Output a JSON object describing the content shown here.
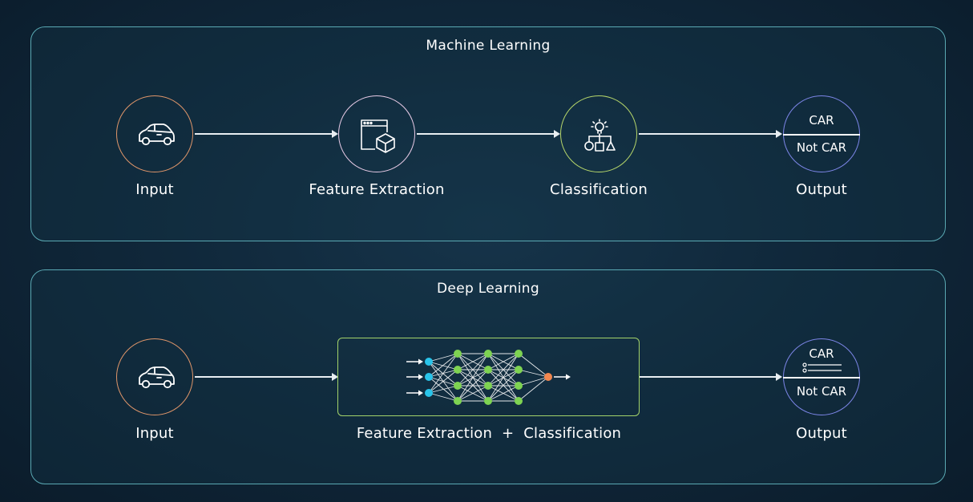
{
  "colors": {
    "input_ring": "#e0966a",
    "feature_ring": "#e8cbe6",
    "classify_ring": "#b6d66a",
    "output_ring": "#7d86e8",
    "panel_border": "#5aa9b3",
    "box_border": "#a3d36a",
    "input_neuron": "#29c4ea",
    "hidden_neuron": "#7ed352",
    "output_neuron": "#f2874f"
  },
  "machine_learning": {
    "title": "Machine Learning",
    "input_label": "Input",
    "feature_label": "Feature Extraction",
    "classification_label": "Classification",
    "output_label": "Output",
    "output_top": "CAR",
    "output_bottom": "Not CAR",
    "icons": [
      "car-icon",
      "window-cube-icon",
      "lightbulb-shapes-icon"
    ]
  },
  "deep_learning": {
    "title": "Deep Learning",
    "input_label": "Input",
    "combined_left": "Feature Extraction",
    "combined_plus": "+",
    "combined_right": "Classification",
    "output_label": "Output",
    "output_top": "CAR",
    "output_bottom": "Not CAR",
    "icons": [
      "car-icon",
      "neural-network-icon",
      "list-icon"
    ]
  }
}
